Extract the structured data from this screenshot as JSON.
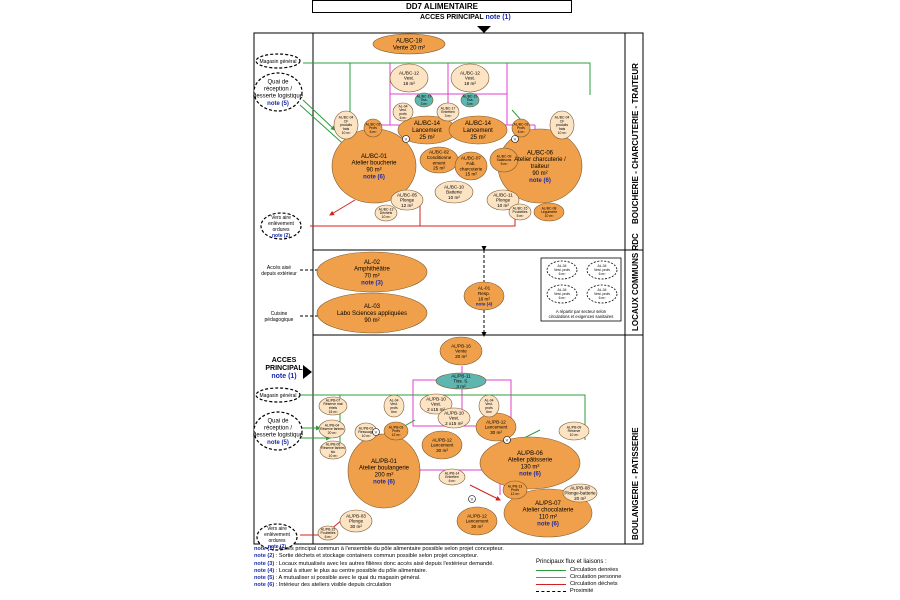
{
  "title": "DD7  ALIMENTAIRE",
  "access_top": {
    "label": "ACCES PRINCIPAL",
    "note": "note (1)"
  },
  "access_left": {
    "line1": "ACCES",
    "line2": "PRINCIPAL",
    "note": "note (1)"
  },
  "sections": {
    "boucherie": "BOUCHERIE - CHARCUTERIE - TRAITEUR",
    "locaux": "LOCAUX COMMUNS RDC",
    "boulangerie": "BOULANGERIE - PATISSERIE"
  },
  "colors": {
    "orange": "#f0a04a",
    "pale": "#fbe3c3",
    "teal": "#5fb6b1",
    "green": "#2c9c3a",
    "magenta": "#e040c8",
    "red": "#d42020",
    "note_blue": "#1a2aa8"
  },
  "side_nodes": [
    {
      "id": "mag1",
      "lines": [
        "Magasin général"
      ],
      "note": ""
    },
    {
      "id": "quai1",
      "lines": [
        "Quai de",
        "réception /",
        "desserte logistique"
      ],
      "note": "note (5)"
    },
    {
      "id": "ord1",
      "lines": [
        "Vers aire",
        "enlèvement",
        "ordures"
      ],
      "note": "note (2)"
    },
    {
      "id": "acces_ext",
      "lines": [
        "Accès aisé",
        "depuis extérieur"
      ],
      "note": ""
    },
    {
      "id": "cuisine",
      "lines": [
        "Cuisine",
        "pédagogique"
      ],
      "note": ""
    },
    {
      "id": "mag2",
      "lines": [
        "Magasin général"
      ],
      "note": ""
    },
    {
      "id": "quai2",
      "lines": [
        "Quai de",
        "réception /",
        "desserte logistique"
      ],
      "note": "note (5)"
    },
    {
      "id": "ord2",
      "lines": [
        "Vers aire",
        "enlèvement",
        "ordures"
      ],
      "note": "note (2)"
    }
  ],
  "rooms": [
    {
      "id": "bc18",
      "lines": [
        "AL/BC-18",
        "Vente 20 m²"
      ],
      "note": ""
    },
    {
      "id": "bc12a",
      "lines": [
        "AL/BC-12",
        "Vest.",
        "18 m²"
      ],
      "note": ""
    },
    {
      "id": "bc12b",
      "lines": [
        "AL/BC-12",
        "Vest.",
        "18 m²"
      ],
      "note": ""
    },
    {
      "id": "bc14a",
      "lines": [
        "AL/BC-14",
        "Lancement",
        "25 m²"
      ],
      "note": ""
    },
    {
      "id": "bc14b",
      "lines": [
        "AL/BC-14",
        "Lancement",
        "25 m²"
      ],
      "note": ""
    },
    {
      "id": "bc01",
      "lines": [
        "AL/BC-01",
        "Atelier boucherie",
        "90 m²"
      ],
      "note": "note (6)"
    },
    {
      "id": "bc06",
      "lines": [
        "AL/BC-06",
        "Atelier charcuterie /",
        "traiteur",
        "90 m²"
      ],
      "note": "note (6)"
    },
    {
      "id": "bc02",
      "lines": [
        "AL/BC-02",
        "Conditionne",
        "ement",
        "25 m²"
      ],
      "note": ""
    },
    {
      "id": "bc07",
      "lines": [
        "AL/BC-07",
        "Fab.",
        "charcuterie",
        "15 m²"
      ],
      "note": ""
    },
    {
      "id": "bc09",
      "lines": [
        "AL/BC-09",
        "Salaisons",
        "5 m²"
      ],
      "note": ""
    },
    {
      "id": "bc10",
      "lines": [
        "AL/BC-10",
        "Batterie",
        "10 m²"
      ],
      "note": ""
    },
    {
      "id": "bc05",
      "lines": [
        "AL/BC-05",
        "Plonge",
        "12 m²"
      ],
      "note": ""
    },
    {
      "id": "bc11",
      "lines": [
        "AL/BC-11",
        "Plonge",
        "10 m²"
      ],
      "note": ""
    },
    {
      "id": "bc04a",
      "lines": [
        "AL/BC-04",
        "CF",
        "produits",
        "frais",
        "10 m²"
      ],
      "note": ""
    },
    {
      "id": "bc04b",
      "lines": [
        "AL/BC-04",
        "CF",
        "produits",
        "frais",
        "10 m²"
      ],
      "note": ""
    },
    {
      "id": "bc03a",
      "lines": [
        "AL/BC-03",
        "Profs",
        "6 m²"
      ],
      "note": ""
    },
    {
      "id": "bc03b",
      "lines": [
        "AL/BC-03",
        "Profs",
        "6 m²"
      ],
      "note": ""
    },
    {
      "id": "bc04v",
      "lines": [
        "AL-04",
        "Vest.",
        "profs",
        "6 m²"
      ],
      "note": ""
    },
    {
      "id": "bc17",
      "lines": [
        "AL/BC-17",
        "Entretien",
        "3 m²"
      ],
      "note": ""
    },
    {
      "id": "bc15",
      "lines": [
        "AL/BC-15",
        "Poubelles",
        "5 m²"
      ],
      "note": ""
    },
    {
      "id": "bc08",
      "lines": [
        "AL/BC-08",
        "Légumerie",
        "10 m²"
      ],
      "note": ""
    },
    {
      "id": "bc13",
      "lines": [
        "AL/BC-13",
        "Déchets",
        "10 m²"
      ],
      "note": ""
    },
    {
      "id": "bc19",
      "lines": [
        "AL/BC-19",
        "Tiss.",
        "3 m²"
      ],
      "note": ""
    },
    {
      "id": "bc19b",
      "lines": [
        "AL/BC-19",
        "Tiss.",
        "3 m²"
      ],
      "note": ""
    },
    {
      "id": "al02",
      "lines": [
        "AL-02",
        "Amphithéâtre",
        "70 m²"
      ],
      "note": "note (3)"
    },
    {
      "id": "al03",
      "lines": [
        "AL-03",
        "Labo Sciences appliquées",
        "90 m²"
      ],
      "note": ""
    },
    {
      "id": "al01",
      "lines": [
        "AL-01",
        "Resp.",
        "18 m²"
      ],
      "note": "note (4)"
    },
    {
      "id": "pb16",
      "lines": [
        "AL/PB-16",
        "Vente",
        "20 m²"
      ],
      "note": ""
    },
    {
      "id": "pb11",
      "lines": [
        "AL/PB-11",
        "Tiss. S.",
        "3 m²"
      ],
      "note": ""
    },
    {
      "id": "pb01",
      "lines": [
        "AL/PB-01",
        "Atelier boulangerie",
        "200 m²"
      ],
      "note": "note (6)"
    },
    {
      "id": "pb06",
      "lines": [
        "AL/PB-06",
        "Atelier pâtisserie",
        "130 m²"
      ],
      "note": "note (6)"
    },
    {
      "id": "ps07",
      "lines": [
        "AL/PS-07",
        "Atelier chocolaterie",
        "110 m²"
      ],
      "note": "note (6)"
    },
    {
      "id": "pb12a",
      "lines": [
        "AL/PB-12",
        "Lancement",
        "30 m²"
      ],
      "note": ""
    },
    {
      "id": "pb12b",
      "lines": [
        "AL/PB-12",
        "Lancement",
        "30 m²"
      ],
      "note": ""
    },
    {
      "id": "pb12c",
      "lines": [
        "AL/PB-12",
        "Lancement",
        "30 m²"
      ],
      "note": ""
    },
    {
      "id": "pbv1",
      "lines": [
        "AL/PB-10",
        "Vest.",
        "2 x15 m²"
      ],
      "note": ""
    },
    {
      "id": "pbv2",
      "lines": [
        "AL/PB-10",
        "Vest.",
        "2 x15 m²"
      ],
      "note": ""
    },
    {
      "id": "pb04a",
      "lines": [
        "AL-04",
        "Vest.",
        "profs",
        "6m²"
      ],
      "note": ""
    },
    {
      "id": "pb04b",
      "lines": [
        "AL-04",
        "Vest.",
        "profs",
        "6m²"
      ],
      "note": ""
    },
    {
      "id": "pb07",
      "lines": [
        "AL/PB-07",
        "Réserve mat",
        "ériels",
        "15 m²"
      ],
      "note": ""
    },
    {
      "id": "pb02",
      "lines": [
        "AL/PB-02",
        "Ressuage",
        "10 m²"
      ],
      "note": ""
    },
    {
      "id": "pb03",
      "lines": [
        "AL/PB-03",
        "Profs",
        "12 m²"
      ],
      "note": ""
    },
    {
      "id": "pb04c",
      "lines": [
        "AL/PB-04",
        "Réserve farines",
        "20 m²"
      ],
      "note": ""
    },
    {
      "id": "pb05",
      "lines": [
        "AL/PB-05",
        "Réserve farines",
        "bio",
        "10 m²"
      ],
      "note": ""
    },
    {
      "id": "pb09",
      "lines": [
        "AL/PB-09",
        "Réserve",
        "10 m²"
      ],
      "note": ""
    },
    {
      "id": "pb14",
      "lines": [
        "AL/PB-14",
        "Entretien",
        "6 m²"
      ],
      "note": ""
    },
    {
      "id": "pb13",
      "lines": [
        "AL/PB-13",
        "Profs",
        "12 m²"
      ],
      "note": ""
    },
    {
      "id": "pb08",
      "lines": [
        "AL/PB-08",
        "Plonge-batterie",
        "20 m²"
      ],
      "note": ""
    },
    {
      "id": "pb03p",
      "lines": [
        "AL/PB-03",
        "Plonge",
        "30 m²"
      ],
      "note": ""
    },
    {
      "id": "pb15",
      "lines": [
        "AL/PB-15",
        "Poubelles",
        "6 m²"
      ],
      "note": ""
    }
  ],
  "vest_box": {
    "items": [
      [
        "AL-04",
        "Vest. profs",
        "6 m²"
      ],
      [
        "AL-04",
        "Vest. profs",
        "6 m²"
      ],
      [
        "AL-04",
        "Vest. profs",
        "6 m²"
      ],
      [
        "AL-04",
        "Vest. profs",
        "6 m²"
      ]
    ],
    "caption1": "A répartir par secteur selon",
    "caption2": "circulations et exigences sanitaires"
  },
  "notes": [
    {
      "key": "note (1)",
      "text": ": Accès principal commun à l'ensemble du pôle alimentaire possible selon projet concepteur."
    },
    {
      "key": "note (2)",
      "text": ": Sortie déchets et stockage containers commun possible selon projet concepteur."
    },
    {
      "key": "note (3)",
      "text": ": Locaux mutualisés avec les autres filières donc accès aisé depuis l'extérieur demandé."
    },
    {
      "key": "note (4)",
      "text": ": Local à situer le plus au centre possible du pôle alimentaire."
    },
    {
      "key": "note (5)",
      "text": ": A mutualiser si possible avec le quai du magasin général."
    },
    {
      "key": "note (6)",
      "text": ": Intérieur des ateliers visible depuis circulation"
    }
  ],
  "legend": {
    "title": "Principaux flux et liaisons :",
    "items": [
      {
        "label": "Circulation denrées",
        "color": "#2c9c3a",
        "style": "solid"
      },
      {
        "label": "Circulation personne",
        "color": "#e040c8",
        "style": "solid"
      },
      {
        "label": "Circulation déchets",
        "color": "#d42020",
        "style": "solid"
      },
      {
        "label": "Proximité",
        "color": "#000000",
        "style": "dashed"
      }
    ]
  }
}
